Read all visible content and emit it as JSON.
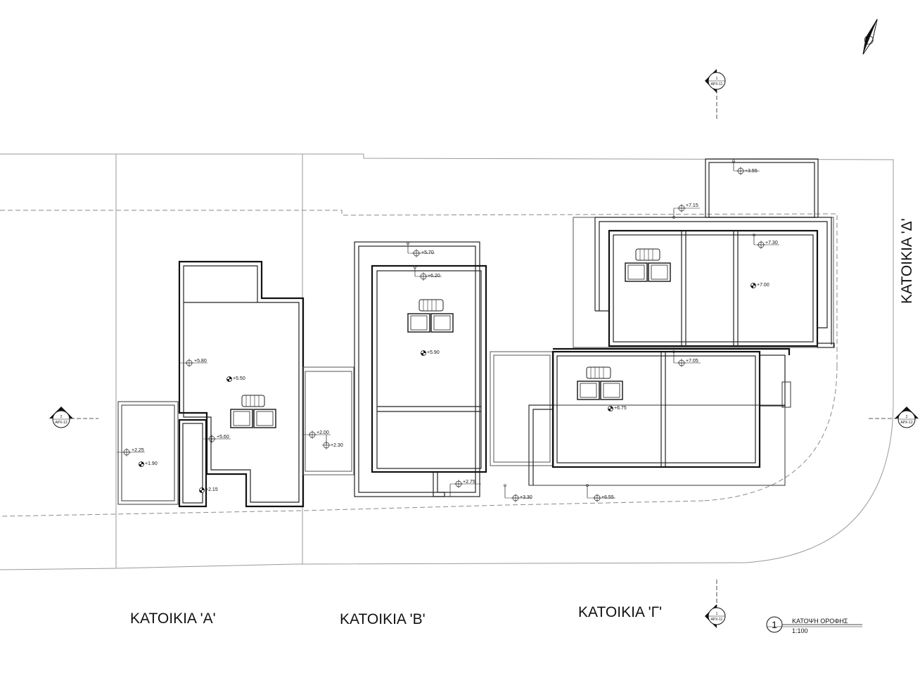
{
  "houses": {
    "a": "ΚΑΤΟΙΚΙΑ 'Α'",
    "b": "ΚΑΤΟΙΚΙΑ 'Β'",
    "g": "ΚΑΤΟΙΚΙΑ 'Γ'",
    "d": "ΚΑΤΟΙΚΙΑ 'Δ'"
  },
  "title_block": {
    "number": "1",
    "title": "ΚΑΤΟΨΗ ΟΡΟΦΗΣ",
    "scale": "1:100"
  },
  "section_markers": {
    "top": {
      "num": "1",
      "sheet": "ΑΡΧ-11"
    },
    "bottom": {
      "num": "1",
      "sheet": "ΑΡΧ-11"
    },
    "left": {
      "num": "2",
      "sheet": "ΑΡΧ-12"
    },
    "right": {
      "num": "2",
      "sheet": "ΑΡΧ-12"
    }
  },
  "levels": {
    "l355": "+3.55",
    "l715": "+7.15",
    "l730": "+7.30",
    "l700": "+7.00",
    "l570": "+5.70",
    "l620": "+6.20",
    "l590": "+5.90",
    "l580": "+5.80",
    "l550": "+5.50",
    "l560": "+5.60",
    "l225": "+2.25",
    "l190": "+1.90",
    "l215": "+2.15",
    "l200": "+2.00",
    "l230": "+2.30",
    "l275": "+2.75",
    "l330": "+3.30",
    "l655": "+6.55",
    "l705": "+7.05",
    "l675": "+6.75"
  }
}
